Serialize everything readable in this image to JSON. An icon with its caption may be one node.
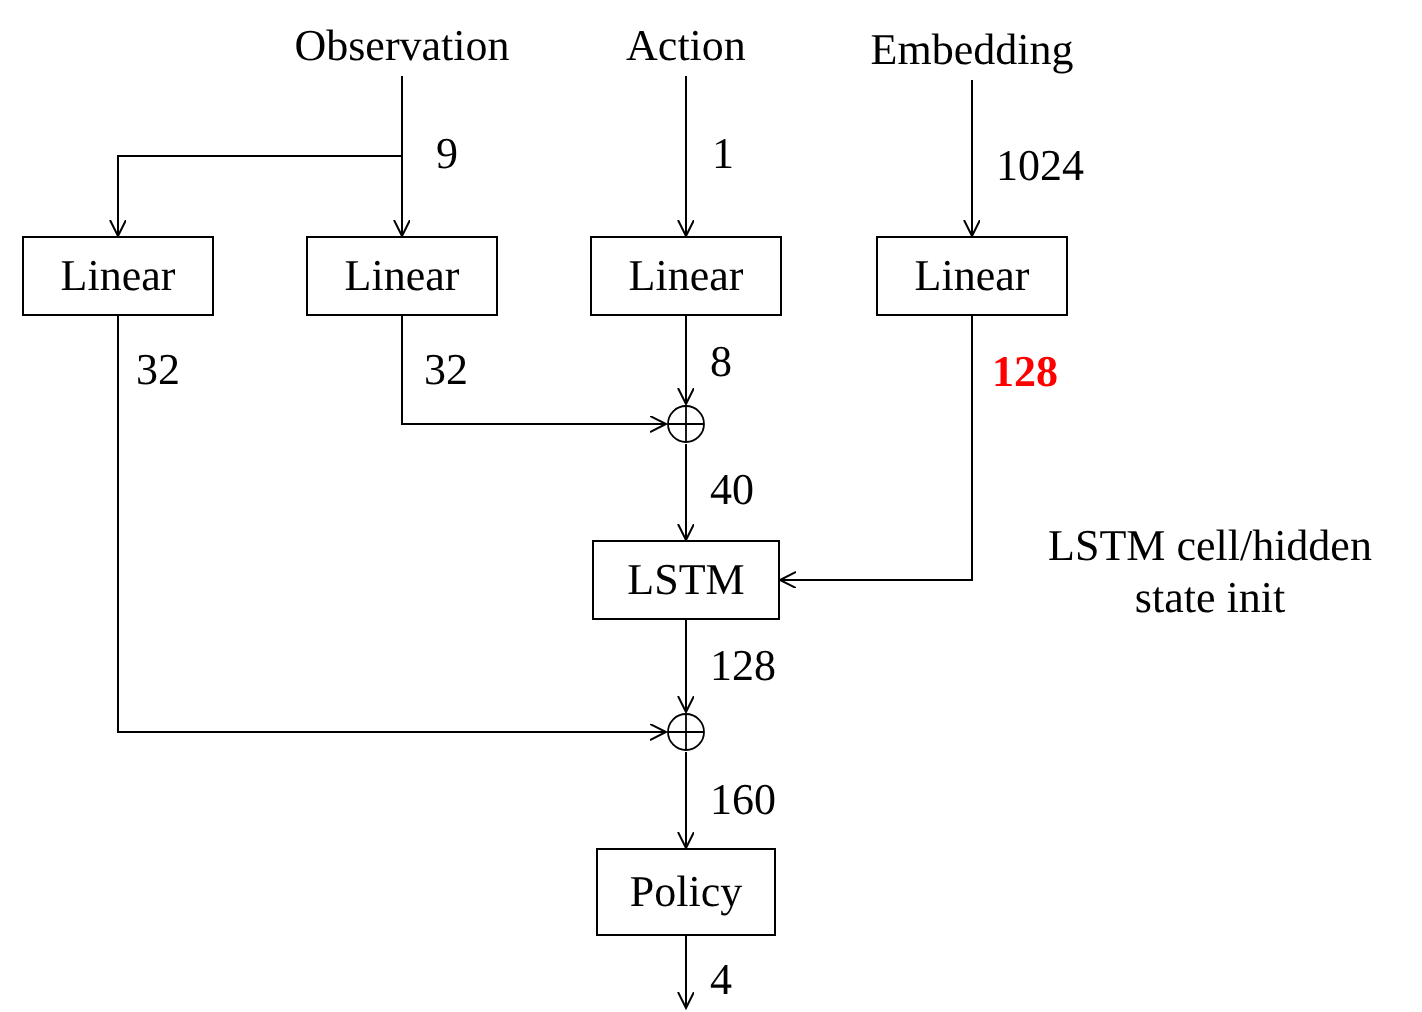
{
  "diagram": {
    "nodes": [
      {
        "text": [
          "Observation"
        ]
      },
      {
        "text": [
          "Action"
        ]
      },
      {
        "text": [
          "Embedding"
        ]
      },
      {
        "text": [
          "Linear"
        ]
      },
      {
        "text": [
          "Linear"
        ]
      },
      {
        "text": [
          "Linear"
        ]
      },
      {
        "text": [
          "Linear"
        ]
      },
      {
        "text": [],
        "shape": "circle"
      },
      {
        "text": [
          "LSTM"
        ]
      },
      {
        "text": [],
        "shape": "circle"
      },
      {
        "text": [
          "Policy"
        ]
      }
    ],
    "edges": [
      {
        "from": 0,
        "to": 3,
        "arrow": "to"
      },
      {
        "from": 0,
        "to": 4,
        "arrow": "to",
        "label": "9"
      },
      {
        "from": 1,
        "to": 5,
        "arrow": "to",
        "label": "1"
      },
      {
        "from": 2,
        "to": 6,
        "arrow": "to",
        "label": "1024"
      },
      {
        "from": 3,
        "to": 9,
        "arrow": "to",
        "label": "32"
      },
      {
        "from": 4,
        "to": 7,
        "arrow": "to",
        "label": "32"
      },
      {
        "from": 5,
        "to": 7,
        "arrow": "to",
        "label": "8"
      },
      {
        "from": 7,
        "to": 8,
        "arrow": "to",
        "label": "40"
      },
      {
        "from": 6,
        "to": 8,
        "arrow": "to",
        "label": "128"
      },
      {
        "from": 8,
        "to": 9,
        "arrow": "to",
        "label": "128"
      },
      {
        "from": 9,
        "to": 10,
        "arrow": "to",
        "label": "160"
      },
      {
        "from": 10,
        "to": null,
        "arrow": "to",
        "label": "4"
      }
    ],
    "labels": [
      "LSTM cell/hidden state init"
    ]
  }
}
